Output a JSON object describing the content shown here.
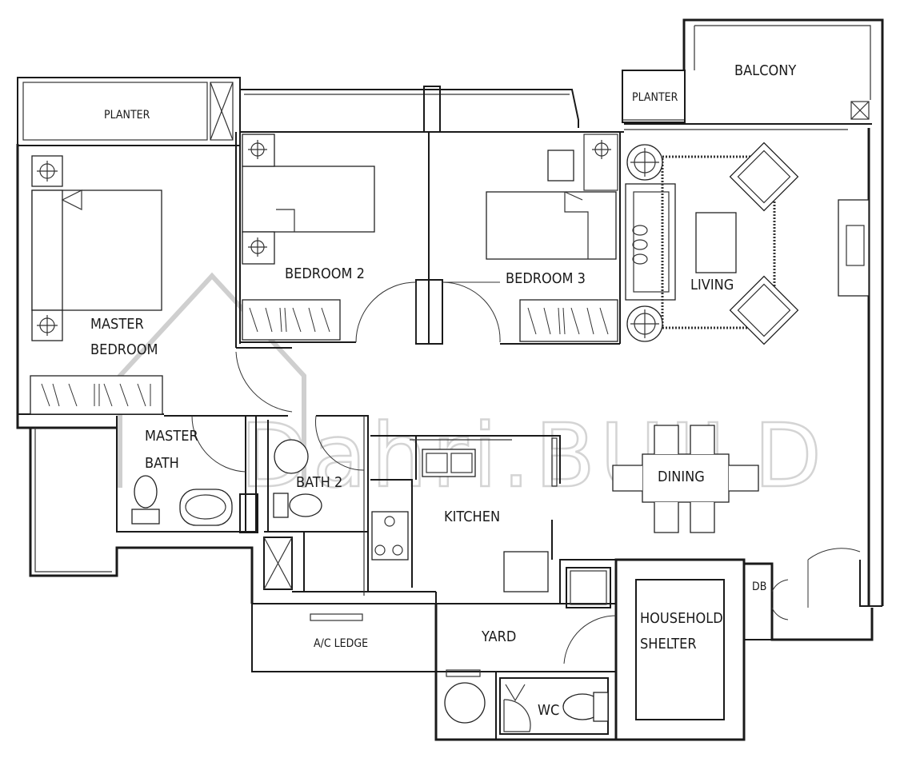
{
  "rooms": {
    "planter_left": "PLANTER",
    "planter_top": "PLANTER",
    "balcony": "BALCONY",
    "bedroom2": "BEDROOM 2",
    "bedroom3": "BEDROOM 3",
    "living": "LIVING",
    "master_bedroom_line1": "MASTER",
    "master_bedroom_line2": "BEDROOM",
    "master_bath_line1": "MASTER",
    "master_bath_line2": "BATH",
    "bath2": "BATH 2",
    "kitchen": "KITCHEN",
    "dining": "DINING",
    "db": "DB",
    "household_shelter_line1": "HOUSEHOLD",
    "household_shelter_line2": "SHELTER",
    "yard": "YARD",
    "ac_ledge": "A/C LEDGE",
    "wc": "WC"
  },
  "watermark": {
    "text": "Dahri.BUILD"
  }
}
